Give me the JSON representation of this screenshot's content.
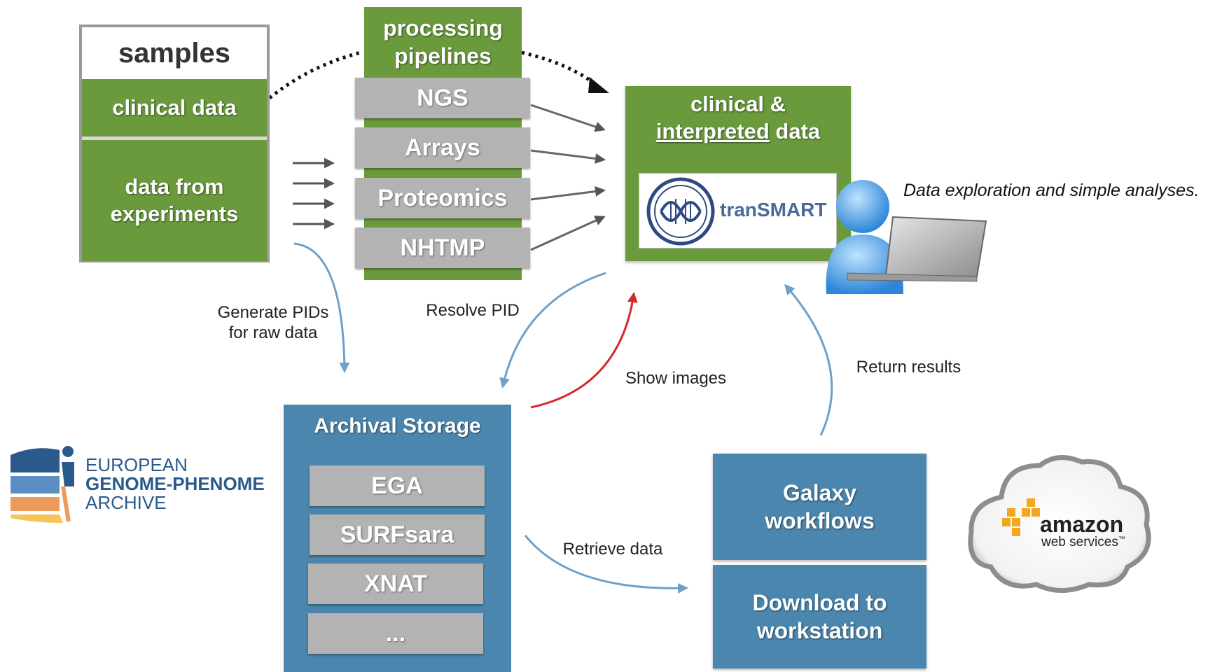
{
  "samples": {
    "title": "samples",
    "clinical": "clinical data",
    "experiments_line1": "data from",
    "experiments_line2": "experiments"
  },
  "pipelines": {
    "title_line1": "processing",
    "title_line2": "pipelines",
    "items": [
      "NGS",
      "Arrays",
      "Proteomics",
      "NHTMP"
    ]
  },
  "clinical_box": {
    "title_line1": "clinical &",
    "title_line2_underlined": "interpreted",
    "title_line2_rest": " data",
    "logo_text": "tranSMART"
  },
  "exploration_caption": "Data exploration and simple analyses.",
  "labels": {
    "generate_line1": "Generate PIDs",
    "generate_line2": "for raw data",
    "resolve": "Resolve PID",
    "show_images": "Show images",
    "return_results": "Return results",
    "retrieve_data": "Retrieve data"
  },
  "archival": {
    "title": "Archival Storage",
    "items": [
      "EGA",
      "SURFsara",
      "XNAT",
      "..."
    ]
  },
  "ega_logo": {
    "line1": "EUROPEAN",
    "line2": "GENOME-PHENOME",
    "line3": "ARCHIVE"
  },
  "galaxy": {
    "line1": "Galaxy",
    "line2": "workflows"
  },
  "download": {
    "line1": "Download to",
    "line2": "workstation"
  },
  "aws": {
    "word": "amazon",
    "sub": "web services",
    "tm": "™"
  },
  "colors": {
    "green": "#6a9a3c",
    "blue": "#4a86ad",
    "gray": "#b3b3b3",
    "arrow_blue": "#6fa0c8",
    "arrow_red": "#d42a2a"
  }
}
